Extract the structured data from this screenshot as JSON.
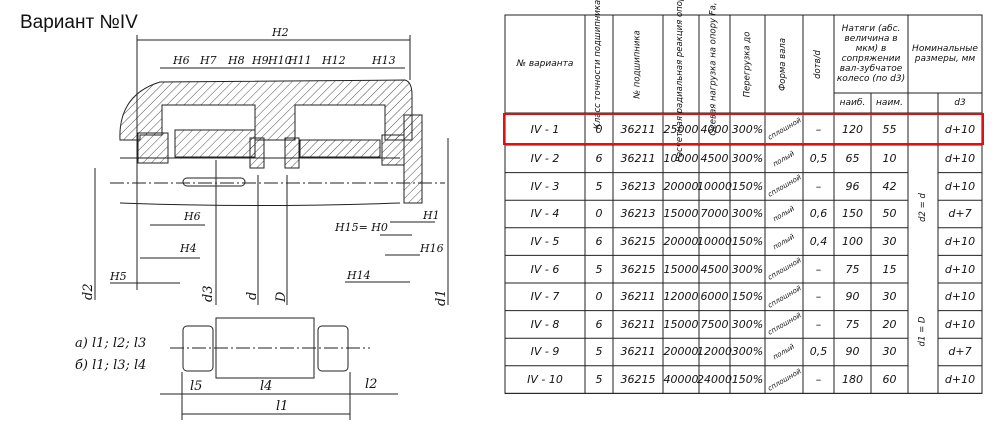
{
  "title": "Вариант №IV",
  "drawing": {
    "labels": {
      "H2": "H2",
      "H6": "H6",
      "H7": "H7",
      "H8": "H8",
      "H9": "H9",
      "H10": "H10",
      "H11": "H11",
      "H12": "H12",
      "H13": "H13",
      "H6b": "H6",
      "H4": "H4",
      "H5": "H5",
      "H14": "H14",
      "H15": "H15= H0",
      "H1": "H1",
      "H16": "H16",
      "d2": "d2",
      "d3": "d3",
      "d": "d",
      "D": "D",
      "d1": "d1",
      "l5": "l5",
      "l4": "l4",
      "l2": "l2",
      "l1": "l1"
    },
    "legend_a": "а) l1; l2; l3",
    "legend_b": "б) l1; l3; l4"
  },
  "table": {
    "headers": {
      "variant": "№ варианта",
      "accuracy": "Класс точности подшипника",
      "bearing": "№ подшипника",
      "radial": "Расчетная радиальная реакция опоры Fr, H",
      "axial": "Осевая нагрузка на опору Fa, H",
      "overload": "Перегрузка до",
      "shape": "Форма вала",
      "ratio": "dотв/d",
      "interference": "Натяги (абс. величина в мкм) в сопряжении вал-зубчатое колесо (по d3)",
      "max": "наиб.",
      "min": "наим.",
      "nominal": "Номинальные размеры, мм",
      "d3": "d3",
      "merged1": "d2 = d",
      "merged2": "d1 = D"
    },
    "rows": [
      {
        "variant": "IV - 1",
        "accuracy": "0",
        "bearing": "36211",
        "radial": "25000",
        "axial": "4000",
        "overload": "300%",
        "shape": "сплошной",
        "ratio": "–",
        "max": "120",
        "min": "55",
        "d3": "d+10"
      },
      {
        "variant": "IV - 2",
        "accuracy": "6",
        "bearing": "36211",
        "radial": "10000",
        "axial": "4500",
        "overload": "300%",
        "shape": "полый",
        "ratio": "0,5",
        "max": "65",
        "min": "10",
        "d3": "d+10"
      },
      {
        "variant": "IV - 3",
        "accuracy": "5",
        "bearing": "36213",
        "radial": "20000",
        "axial": "10000",
        "overload": "150%",
        "shape": "сплошной",
        "ratio": "–",
        "max": "96",
        "min": "42",
        "d3": "d+10"
      },
      {
        "variant": "IV - 4",
        "accuracy": "0",
        "bearing": "36213",
        "radial": "15000",
        "axial": "7000",
        "overload": "300%",
        "shape": "полый",
        "ratio": "0,6",
        "max": "150",
        "min": "50",
        "d3": "d+7"
      },
      {
        "variant": "IV - 5",
        "accuracy": "6",
        "bearing": "36215",
        "radial": "20000",
        "axial": "10000",
        "overload": "150%",
        "shape": "полый",
        "ratio": "0,4",
        "max": "100",
        "min": "30",
        "d3": "d+10"
      },
      {
        "variant": "IV - 6",
        "accuracy": "5",
        "bearing": "36215",
        "radial": "15000",
        "axial": "4500",
        "overload": "300%",
        "shape": "сплошной",
        "ratio": "–",
        "max": "75",
        "min": "15",
        "d3": "d+10"
      },
      {
        "variant": "IV - 7",
        "accuracy": "0",
        "bearing": "36211",
        "radial": "12000",
        "axial": "6000",
        "overload": "150%",
        "shape": "сплошной",
        "ratio": "–",
        "max": "90",
        "min": "30",
        "d3": "d+10"
      },
      {
        "variant": "IV - 8",
        "accuracy": "6",
        "bearing": "36211",
        "radial": "15000",
        "axial": "7500",
        "overload": "300%",
        "shape": "сплошной",
        "ratio": "–",
        "max": "75",
        "min": "20",
        "d3": "d+10"
      },
      {
        "variant": "IV - 9",
        "accuracy": "5",
        "bearing": "36211",
        "radial": "20000",
        "axial": "12000",
        "overload": "300%",
        "shape": "полый",
        "ratio": "0,5",
        "max": "90",
        "min": "30",
        "d3": "d+7"
      },
      {
        "variant": "IV - 10",
        "accuracy": "5",
        "bearing": "36215",
        "radial": "40000",
        "axial": "24000",
        "overload": "150%",
        "shape": "сплошной",
        "ratio": "–",
        "max": "180",
        "min": "60",
        "d3": "d+10"
      }
    ],
    "highlight_color": "#e01010"
  }
}
